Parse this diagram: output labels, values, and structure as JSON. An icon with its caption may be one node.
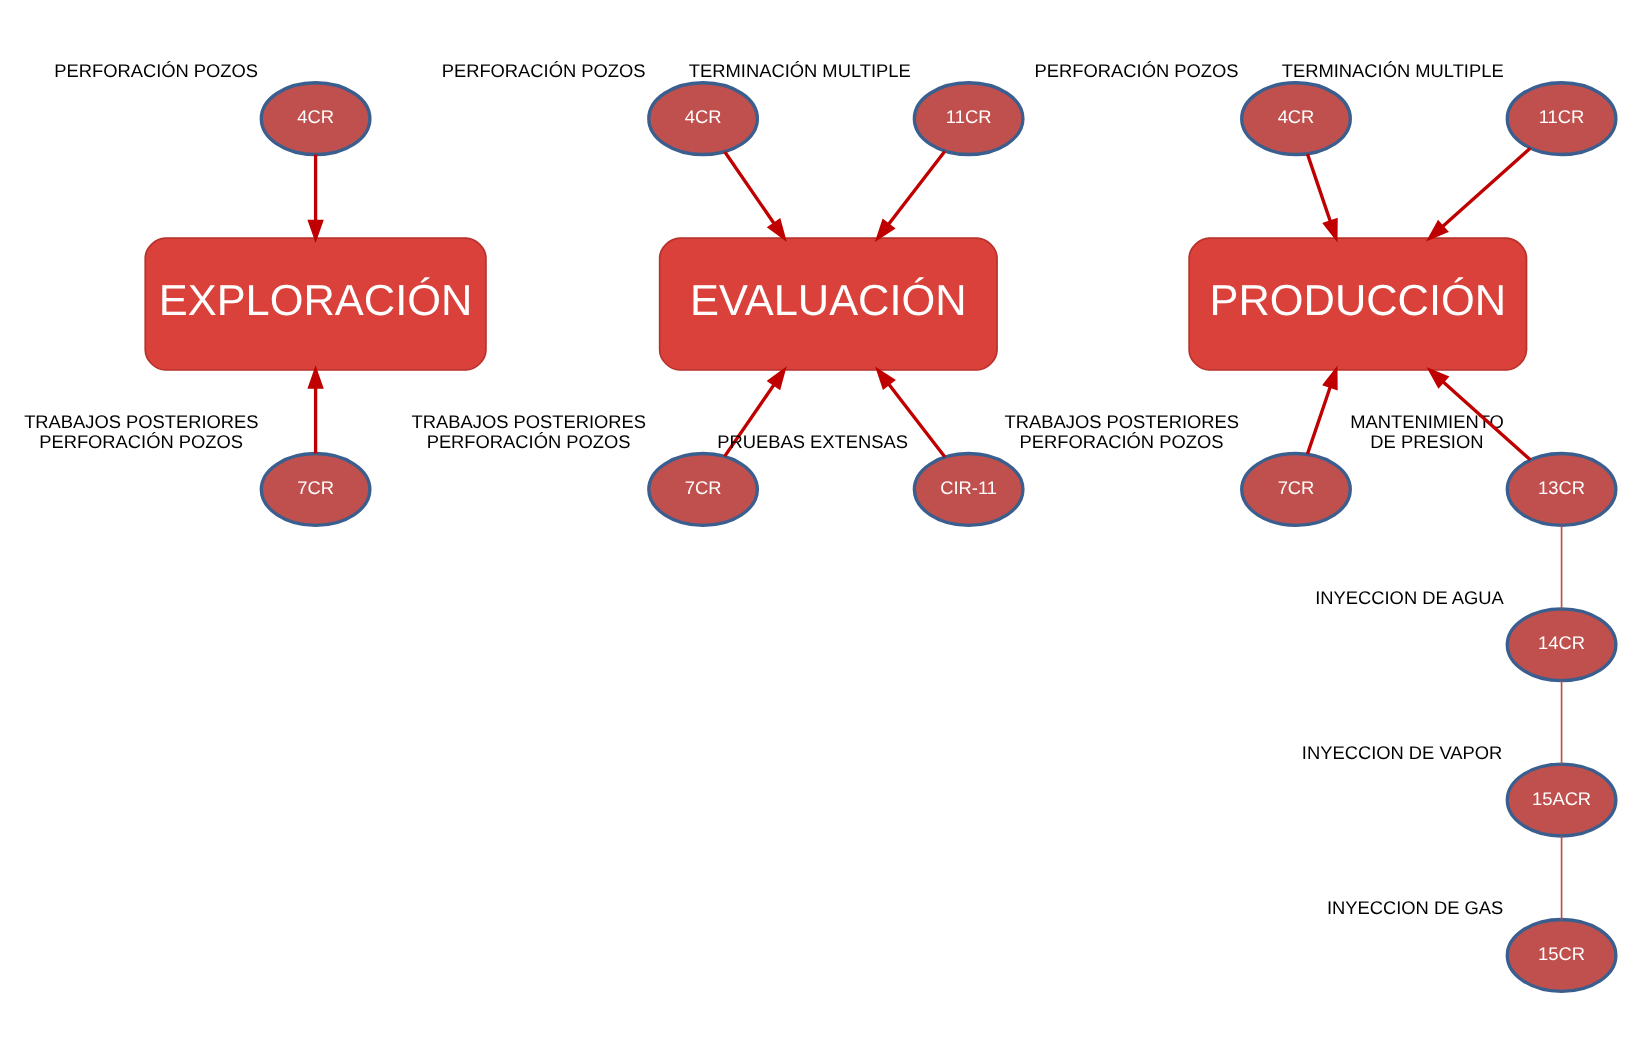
{
  "diagram": {
    "nodes": [
      {
        "text": [
          "EXPLORACIÓN"
        ]
      },
      {
        "text": [
          "EVALUACIÓN"
        ]
      },
      {
        "text": [
          "PRODUCCIÓN"
        ]
      },
      {
        "text": [
          "4CR"
        ],
        "beside": [
          "PERFORACIÓN POZOS"
        ]
      },
      {
        "text": [
          "4CR"
        ],
        "beside": [
          "PERFORACIÓN POZOS"
        ]
      },
      {
        "text": [
          "11CR"
        ],
        "beside": [
          "TERMINACIÓN MULTIPLE"
        ]
      },
      {
        "text": [
          "4CR"
        ],
        "beside": [
          "PERFORACIÓN POZOS"
        ]
      },
      {
        "text": [
          "11CR"
        ],
        "beside": [
          "TERMINACIÓN MULTIPLE"
        ]
      },
      {
        "text": [
          "7CR"
        ],
        "beside": [
          "TRABAJOS POSTERIORES PERFORACIÓN POZOS"
        ]
      },
      {
        "text": [
          "7CR"
        ],
        "beside": [
          "TRABAJOS POSTERIORES PERFORACIÓN POZOS"
        ]
      },
      {
        "text": [
          "CIR-11"
        ],
        "beside": [
          "PRUEBAS EXTENSAS"
        ]
      },
      {
        "text": [
          "7CR"
        ],
        "beside": [
          "TRABAJOS POSTERIORES PERFORACIÓN POZOS"
        ]
      },
      {
        "text": [
          "13CR"
        ],
        "beside": [
          "MANTENIMIENTO DE PRESION"
        ]
      },
      {
        "text": [
          "14CR"
        ],
        "beside": [
          "INYECCION DE AGUA"
        ]
      },
      {
        "text": [
          "15ACR"
        ],
        "beside": [
          "INYECCION DE VAPOR"
        ]
      },
      {
        "text": [
          "15CR"
        ],
        "beside": [
          "INYECCION DE GAS"
        ]
      }
    ],
    "edges": [
      {
        "from": 3,
        "to": 0,
        "arrow": "to"
      },
      {
        "from": 4,
        "to": 1,
        "arrow": "to"
      },
      {
        "from": 5,
        "to": 1,
        "arrow": "to"
      },
      {
        "from": 6,
        "to": 2,
        "arrow": "to"
      },
      {
        "from": 7,
        "to": 2,
        "arrow": "to"
      },
      {
        "from": 8,
        "to": 0,
        "arrow": "to"
      },
      {
        "from": 9,
        "to": 1,
        "arrow": "to"
      },
      {
        "from": 10,
        "to": 1,
        "arrow": "to"
      },
      {
        "from": 11,
        "to": 2,
        "arrow": "to"
      },
      {
        "from": 12,
        "to": 2,
        "arrow": "to"
      },
      {
        "from": 12,
        "to": 13,
        "arrow": "none",
        "color": "#c0504d"
      },
      {
        "from": 13,
        "to": 14,
        "arrow": "none",
        "color": "#c0504d"
      },
      {
        "from": 14,
        "to": 15,
        "arrow": "none",
        "color": "#c0504d"
      }
    ]
  }
}
